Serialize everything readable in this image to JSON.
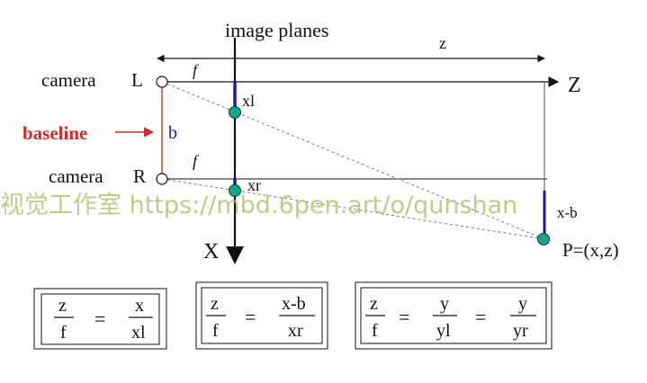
{
  "labels": {
    "image_planes": "image planes",
    "camera_L_word": "camera",
    "camera_L_letter": "L",
    "camera_R_word": "camera",
    "camera_R_letter": "R",
    "baseline": "baseline",
    "b": "b",
    "f_top": "f",
    "f_bottom": "f",
    "xl": "xl",
    "xr": "xr",
    "z_top": "z",
    "Z_axis": "Z",
    "X_axis": "X",
    "x_minus_b": "x-b",
    "point": "P=(x,z)"
  },
  "watermark": "视觉工作室 https://mbd.6pen.art/o/qunshan",
  "formulas": {
    "box1": {
      "lhs_num": "z",
      "lhs_den": "f",
      "eq1": "=",
      "r1_num": "x",
      "r1_den": "xl"
    },
    "box2": {
      "lhs_num": "z",
      "lhs_den": "f",
      "eq1": "=",
      "r1_num": "x-b",
      "r1_den": "xr"
    },
    "box3": {
      "lhs_num": "z",
      "lhs_den": "f",
      "eq1": "=",
      "r1_num": "y",
      "r1_den": "yl",
      "eq2": "=",
      "r2_num": "y",
      "r2_den": "yr"
    }
  },
  "colors": {
    "ink": "#111111",
    "baseline_label": "#d62828",
    "baseline_line": "#c0392b",
    "segment_blue": "#1a1aa6",
    "point_green": "#17a589",
    "ray_gray": "#777777",
    "watermark": "#b8bf74"
  }
}
